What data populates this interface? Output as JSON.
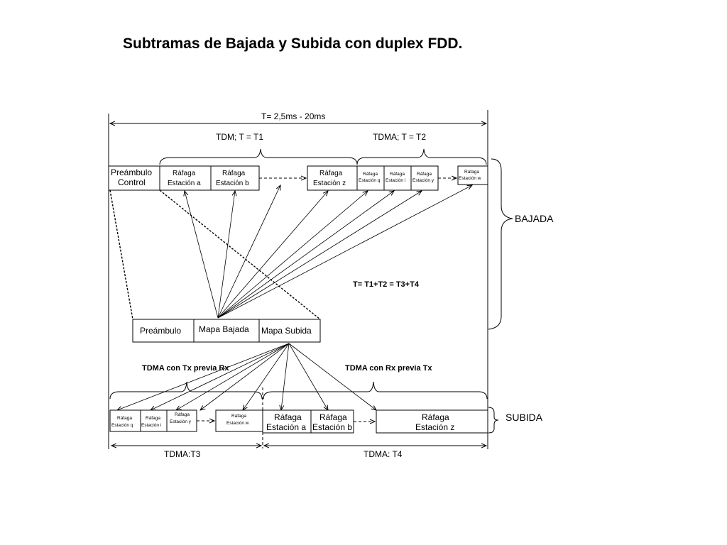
{
  "title": "Subtramas de Bajada y Subida con duplex FDD.",
  "frame_period": "T= 2,5ms - 20ms",
  "downlink": {
    "tdm_label": "TDM; T = T1",
    "tdma_label": "TDMA; T = T2",
    "side_label": "BAJADA",
    "preamble_line1": "Preámbulo",
    "preamble_line2": "Control",
    "bursts": [
      {
        "line1": "Ráfaga",
        "line2": "Estación a"
      },
      {
        "line1": "Ráfaga",
        "line2": "Estación b"
      },
      {
        "line1": "Ráfaga",
        "line2": "Estación z"
      },
      {
        "line1": "Ráfaga",
        "line2": "Estación q"
      },
      {
        "line1": "Ráfaga",
        "line2": "Estación i"
      },
      {
        "line1": "Ráfaga",
        "line2": "Estación y"
      },
      {
        "line1": "Ráfaga",
        "line2": "Estación w"
      }
    ]
  },
  "control": {
    "preamble": "Preámbulo",
    "dl_map": "Mapa Bajada",
    "ul_map": "Mapa Subida",
    "equation": "T=  T1+T2 = T3+T4"
  },
  "uplink": {
    "tdma_left_label": "TDMA con Tx previa Rx",
    "tdma_right_label": "TDMA con Rx previa Tx",
    "side_label": "SUBIDA",
    "t3_label": "TDMA:T3",
    "t4_label": "TDMA: T4",
    "bursts": [
      {
        "line1": "Ráfaga",
        "line2": "Estación q"
      },
      {
        "line1": "Ráfaga",
        "line2": "Estación i"
      },
      {
        "line1": "Ráfaga",
        "line2": "Estación y"
      },
      {
        "line1": "Ráfaga",
        "line2": "Estación w"
      },
      {
        "line1": "Ráfaga",
        "line2": "Estación a"
      },
      {
        "line1": "Ráfaga",
        "line2": "Estación b"
      },
      {
        "line1": "Ráfaga",
        "line2": "Estación z"
      }
    ]
  }
}
